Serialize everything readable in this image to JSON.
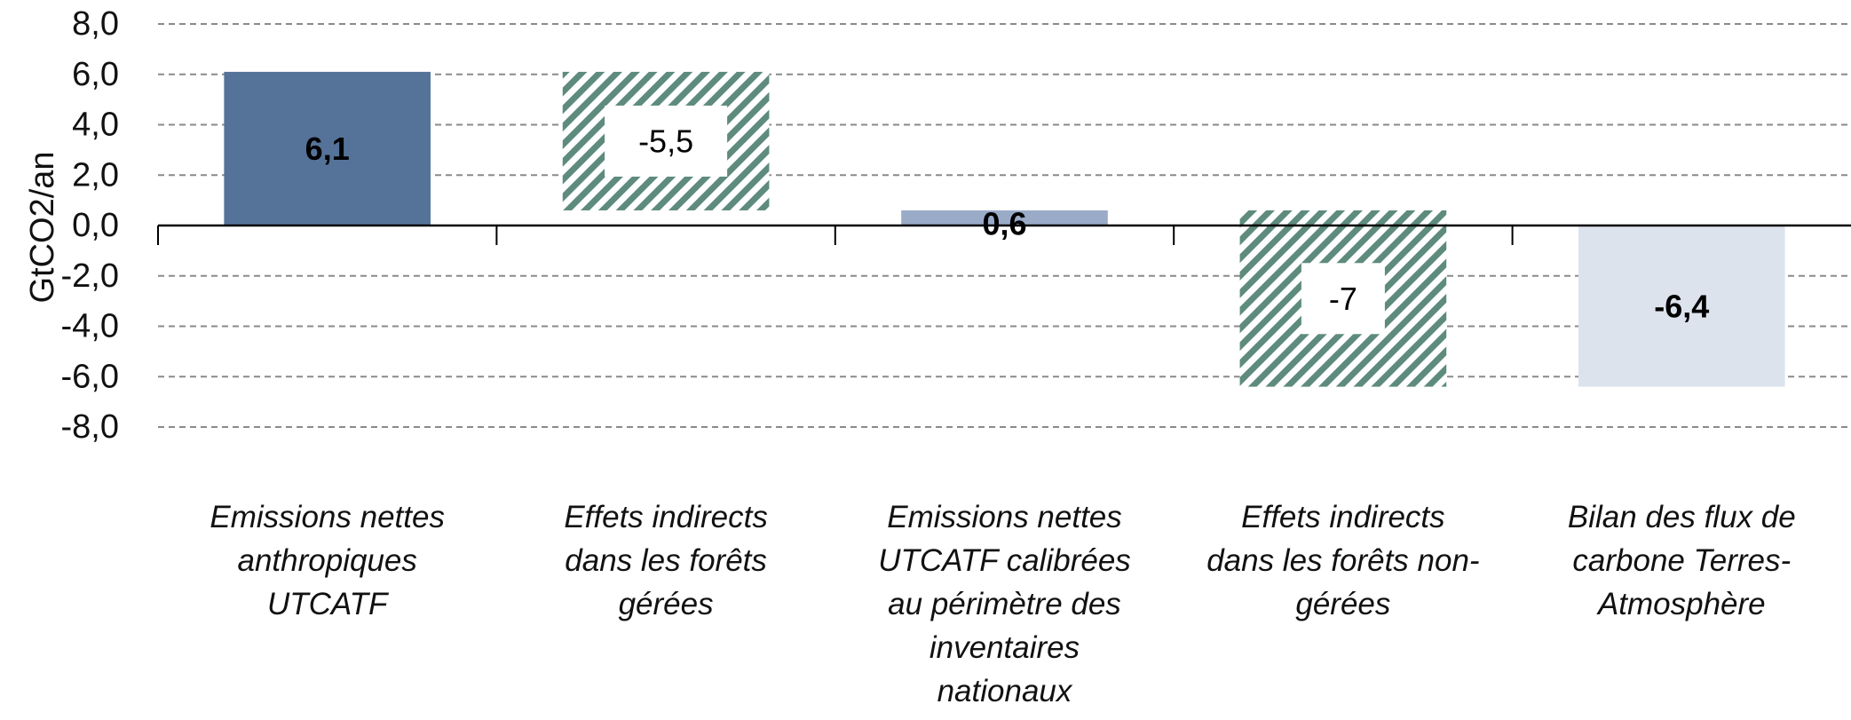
{
  "chart_data": {
    "type": "bar",
    "subtype": "waterfall",
    "title": "",
    "xlabel": "",
    "ylabel": "GtCO2/an",
    "ylim": [
      -8,
      8
    ],
    "yticks": [
      8,
      6,
      4,
      2,
      0,
      -2,
      -4,
      -6,
      -8
    ],
    "ytick_labels": [
      "8,0",
      "6,0",
      "4,0",
      "2,0",
      "0,0",
      "-2,0",
      "-4,0",
      "-6,0",
      "-8,0"
    ],
    "grid": true,
    "categories": [
      [
        "Emissions nettes",
        "anthropiques",
        "UTCATF"
      ],
      [
        "Effets indirects",
        "dans les forêts",
        "gérées"
      ],
      [
        "Emissions nettes",
        "UTCATF calibrées",
        "au périmètre des",
        "inventaires",
        "nationaux"
      ],
      [
        "Effets indirects",
        "dans les forêts non-",
        "gérées"
      ],
      [
        "Bilan des flux de",
        "carbone Terres-",
        "Atmosphère"
      ]
    ],
    "bars": [
      {
        "start": 0,
        "end": 6.1,
        "value": 6.1,
        "label": "6,1",
        "color": "#557399",
        "hatched": false,
        "bold": true
      },
      {
        "start": 6.1,
        "end": 0.6,
        "value": -5.5,
        "label": "-5,5",
        "color": "#5e8b7e",
        "hatched": true,
        "bold": false
      },
      {
        "start": 0,
        "end": 0.6,
        "value": 0.6,
        "label": "0,6",
        "color": "#9aabc8",
        "hatched": false,
        "bold": true
      },
      {
        "start": 0.6,
        "end": -6.4,
        "value": -7,
        "label": "-7",
        "color": "#5e8b7e",
        "hatched": true,
        "bold": false
      },
      {
        "start": 0,
        "end": -6.4,
        "value": -6.4,
        "label": "-6,4",
        "color": "#dde3ed",
        "hatched": false,
        "bold": true
      }
    ]
  }
}
